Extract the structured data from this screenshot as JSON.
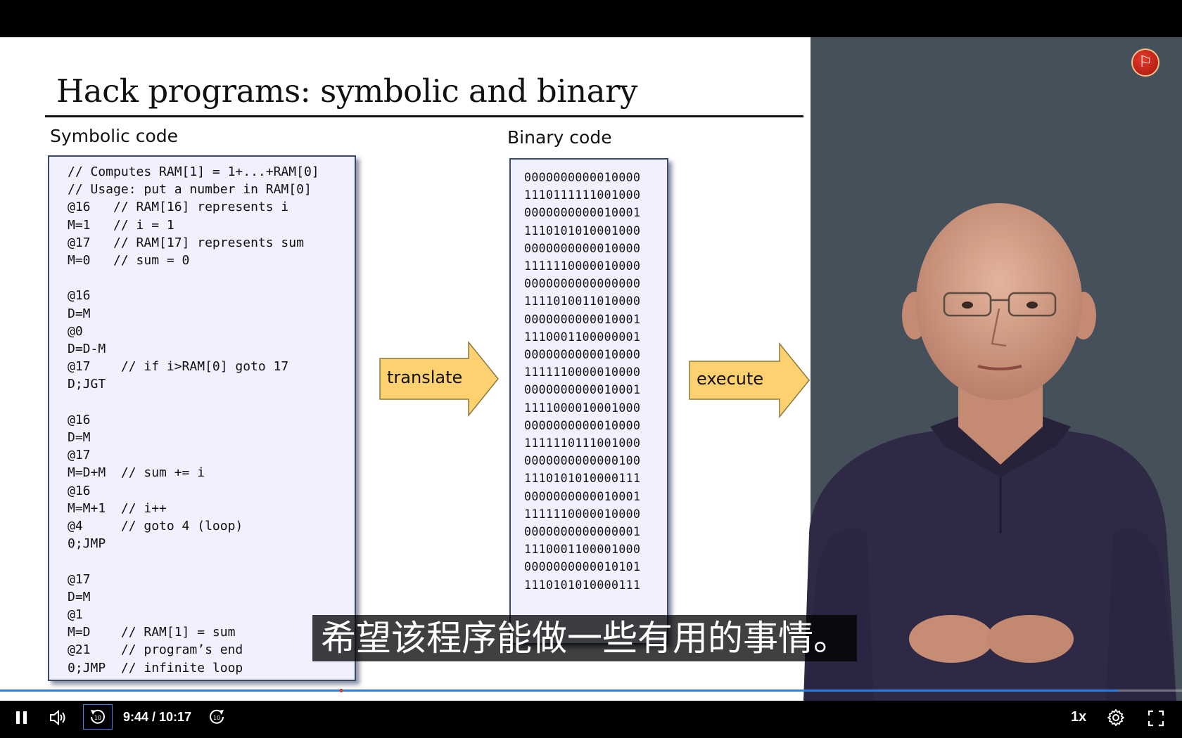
{
  "slide": {
    "title": "Hack programs:  symbolic  and binary",
    "symbolic_label": "Symbolic code",
    "binary_label": "Binary code",
    "symbolic_lines": [
      "// Computes RAM[1] = 1+...+RAM[0]",
      "// Usage: put a number in RAM[0]",
      "@16   // RAM[16] represents i",
      "M=1   // i = 1",
      "@17   // RAM[17] represents sum",
      "M=0   // sum = 0",
      "",
      "@16",
      "D=M",
      "@0",
      "D=D-M",
      "@17    // if i>RAM[0] goto 17",
      "D;JGT",
      "",
      "@16",
      "D=M",
      "@17",
      "M=D+M  // sum += i",
      "@16",
      "M=M+1  // i++",
      "@4     // goto 4 (loop)",
      "0;JMP",
      "",
      "@17",
      "D=M",
      "@1",
      "M=D    // RAM[1] = sum",
      "@21    // program’s end",
      "0;JMP  // infinite loop"
    ],
    "binary_lines": [
      "0000000000010000",
      "1110111111001000",
      "0000000000010001",
      "1110101010001000",
      "0000000000010000",
      "1111110000010000",
      "0000000000000000",
      "1111010011010000",
      "0000000000010001",
      "1110001100000001",
      "0000000000010000",
      "1111110000010000",
      "0000000000010001",
      "1111000010001000",
      "0000000000010000",
      "1111110111001000",
      "0000000000000100",
      "1110101010000111",
      "0000000000010001",
      "1111110000010000",
      "0000000000000001",
      "1110001100001000",
      "0000000000010101",
      "1110101010000111"
    ],
    "translate_label": "translate",
    "execute_label": "execute"
  },
  "subtitle": "希望该程序能做一些有用的事情。",
  "player": {
    "time": "9:44 / 10:17",
    "speed": "1x",
    "rewind_seconds": "10",
    "forward_seconds": "10",
    "progress_fraction": 0.946,
    "buffered_marker_fraction": 0.29
  },
  "icons": {
    "play": "pause-icon",
    "volume": "volume-icon",
    "rewind": "rewind-10-icon",
    "forward": "forward-10-icon",
    "settings": "gear-icon",
    "fullscreen": "fullscreen-icon",
    "logo": "course-logo-icon"
  },
  "colors": {
    "arrow_fill": "#fdd070",
    "code_box_bg": "#f1f0ff",
    "presenter_bg": "#46505a",
    "progress": "#2f7de1"
  }
}
